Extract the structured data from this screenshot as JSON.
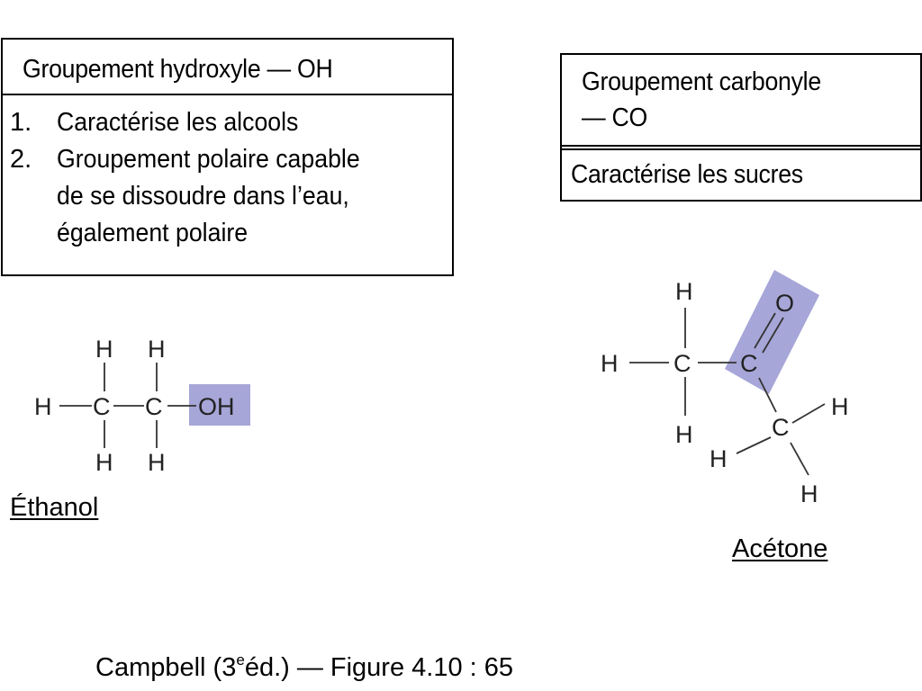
{
  "hydroxyl": {
    "title": "Groupement hydroxyle — OH",
    "items": [
      {
        "num": "1.",
        "lines": [
          "Caractérise les alcools"
        ]
      },
      {
        "num": "2.",
        "lines": [
          "Groupement polaire capable",
          "de se dissoudre dans l’eau,",
          "également polaire"
        ]
      }
    ]
  },
  "carbonyl": {
    "title_lines": [
      "Groupement carbonyle",
      "— CO"
    ],
    "body": "Caractérise les sucres"
  },
  "ethanol": {
    "label": "Éthanol",
    "atoms": {
      "h": "H",
      "c": "C",
      "oh": "OH"
    }
  },
  "acetone": {
    "label": "Acétone",
    "atoms": {
      "h": "H",
      "c": "C",
      "o": "O"
    }
  },
  "caption": {
    "before": "Campbell  (3",
    "sup": "e",
    "after": "éd.) — Figure 4.10 : 65"
  },
  "colors": {
    "highlight": "#a6a6d8",
    "text": "#000000"
  }
}
